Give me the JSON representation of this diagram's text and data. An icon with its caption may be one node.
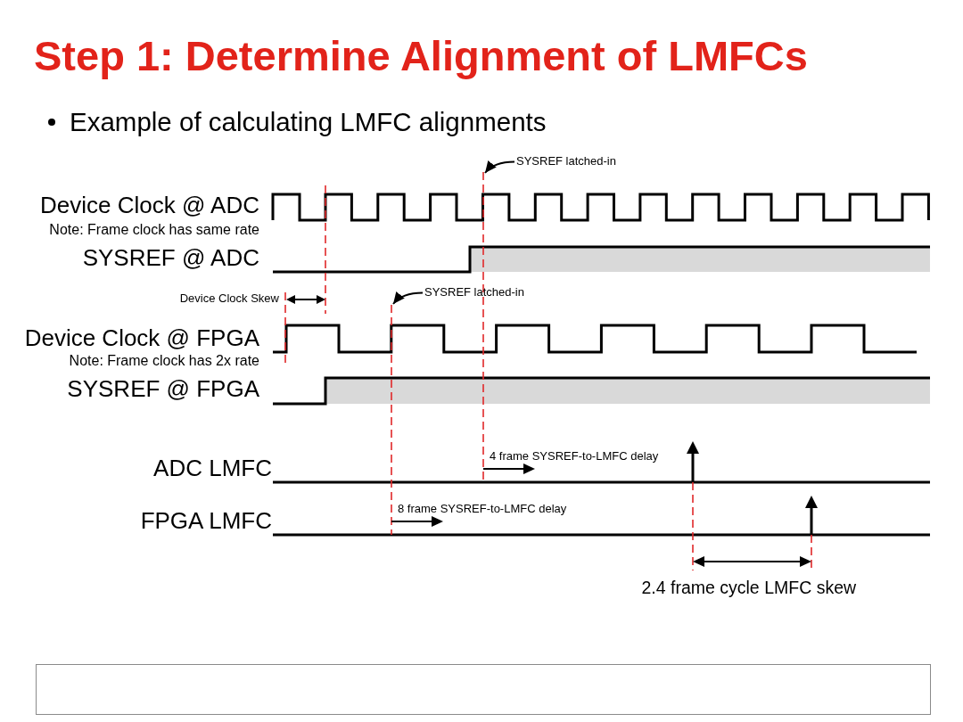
{
  "diagram": {
    "title": "Step 1: Determine Alignment of LMFCs",
    "nodes": [
      {
        "text": [
          "SYSREF latched-in"
        ]
      },
      {
        "text": [
          "SYSREF latched-in"
        ]
      }
    ],
    "edges": [
      {
        "from": 0,
        "to": null,
        "arrow": "to"
      },
      {
        "from": 1,
        "to": null,
        "arrow": "to"
      }
    ],
    "labels": [
      "Example of calculating LMFC alignments",
      "Device Clock @ ADC",
      "Note: Frame clock has same rate",
      "SYSREF @ ADC",
      "Device Clock Skew",
      "Device Clock @ FPGA",
      "Note: Frame clock has 2x rate",
      "SYSREF @ FPGA",
      "4 frame SYSREF-to-LMFC delay",
      "ADC LMFC",
      "8 frame SYSREF-to-LMFC delay",
      "FPGA LMFC",
      "2.4 frame cycle LMFC skew"
    ]
  }
}
